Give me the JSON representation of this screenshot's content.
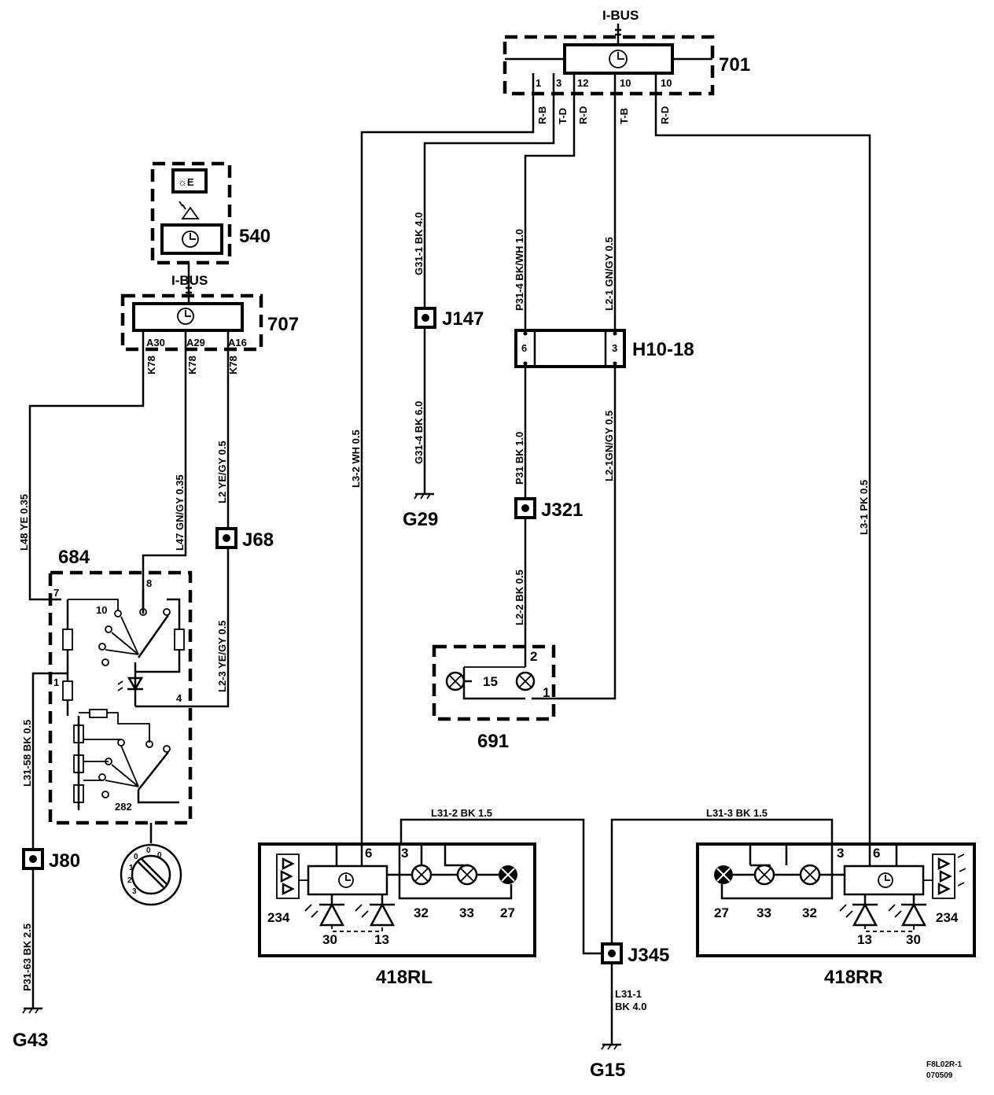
{
  "components": {
    "c701": {
      "id": "701",
      "bus": "I-BUS",
      "pins": [
        "1",
        "3",
        "12",
        "10",
        "10"
      ],
      "pin_colors": [
        "R-B",
        "T-D",
        "R-D",
        "T-B",
        "R-D"
      ]
    },
    "c540": {
      "id": "540",
      "bus": "I-BUS"
    },
    "c707": {
      "id": "707",
      "pins": [
        "A30",
        "A29",
        "A16"
      ],
      "pin_wires": [
        "K78",
        "K78",
        "K78"
      ]
    },
    "c684": {
      "id": "684",
      "pins": [
        "7",
        "8",
        "10",
        "1",
        "4"
      ],
      "sub": "282"
    },
    "c691": {
      "id": "691",
      "pins": [
        "2",
        "1"
      ],
      "lamp": "15"
    },
    "c418rl": {
      "id": "418RL",
      "pins": [
        "6",
        "3"
      ],
      "parts": [
        "234",
        "30",
        "13",
        "32",
        "33",
        "27"
      ]
    },
    "c418rr": {
      "id": "418RR",
      "pins": [
        "3",
        "6"
      ],
      "parts": [
        "27",
        "33",
        "32",
        "13",
        "30",
        "234"
      ]
    },
    "h1018": {
      "id": "H10-18",
      "pins": [
        "6",
        "3"
      ]
    }
  },
  "wires": {
    "g31_1": "G31-1  BK  4.0",
    "g31_4": "G31-4  BK  6.0",
    "p31_4": "P31-4  BK/WH  1.0",
    "p31": "P31  BK  1.0",
    "l2_1": "L2-1  GN/GY  0.5",
    "l2_1b": "L2-1GN/GY  0.5",
    "l2_2": "L2-2  BK  0.5",
    "l3_2": "L3-2  WH 0.5",
    "l3_1": "L3-1  PK  0.5",
    "l48": "L48  YE  0.35",
    "l47": "L47  GN/GY  0.35",
    "l2": "L2  YE/GY  0.5",
    "l2_3": "L2-3  YE/GY  0.5",
    "l31_58": "L31-58  BK  0.5",
    "p31_63": "P31-63  BK  2.5",
    "l31_2": "L31-2  BK  1.5",
    "l31_3": "L31-3  BK  1.5",
    "l31_1a": "L31-1",
    "l31_1b": "BK  4.0"
  },
  "junctions": {
    "j147": "J147",
    "j321": "J321",
    "j68": "J68",
    "j80": "J80",
    "j345": "J345"
  },
  "grounds": {
    "g29": "G29",
    "g43": "G43",
    "g15": "G15"
  },
  "footer": {
    "line1": "F8L02R-1",
    "line2": "070509"
  }
}
